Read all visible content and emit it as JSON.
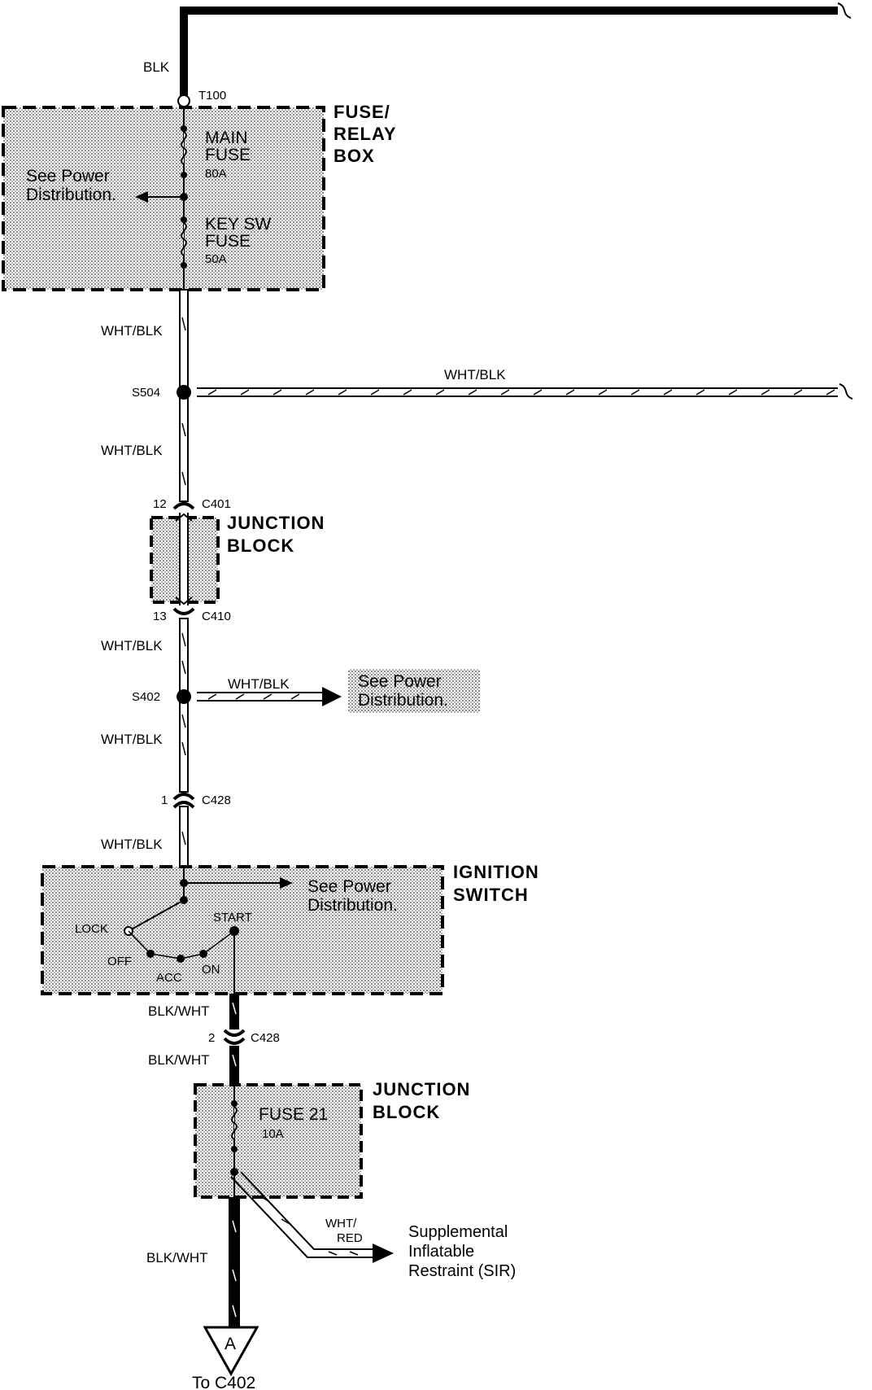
{
  "wires": {
    "top": "BLK",
    "main_1": "WHT/BLK",
    "branch_s504": "WHT/BLK",
    "main_2": "WHT/BLK",
    "main_3": "WHT/BLK",
    "branch_s402": "WHT/BLK",
    "main_4": "WHT/BLK",
    "main_5": "WHT/BLK",
    "start_1": "BLK/WHT",
    "start_2": "BLK/WHT",
    "start_3": "BLK/WHT",
    "sir_line1": "WHT/",
    "sir_line2": "RED"
  },
  "terminals": {
    "t100": "T100",
    "s504": "S504",
    "s402": "S402"
  },
  "connectors": {
    "c401_pin": "12",
    "c401": "C401",
    "c410_pin": "13",
    "c410": "C410",
    "c428a_pin": "1",
    "c428a": "C428",
    "c428b_pin": "2",
    "c428b": "C428"
  },
  "fuse_relay_box": {
    "title_line1": "FUSE/",
    "title_line2": "RELAY",
    "title_line3": "BOX",
    "main_fuse_line1": "MAIN",
    "main_fuse_line2": "FUSE",
    "main_fuse_rating": "80A",
    "key_fuse_line1": "KEY SW",
    "key_fuse_line2": "FUSE",
    "key_fuse_rating": "50A",
    "see_line1": "See Power",
    "see_line2": "Distribution."
  },
  "junction_block_1": {
    "title_line1": "JUNCTION",
    "title_line2": "BLOCK"
  },
  "s402_reference": {
    "line1": "See Power",
    "line2": "Distribution."
  },
  "ignition_switch": {
    "title_line1": "IGNITION",
    "title_line2": "SWITCH",
    "see_line1": "See Power",
    "see_line2": "Distribution.",
    "positions": {
      "lock": "LOCK",
      "off": "OFF",
      "acc": "ACC",
      "on": "ON",
      "start": "START"
    }
  },
  "junction_block_2": {
    "title_line1": "JUNCTION",
    "title_line2": "BLOCK",
    "fuse_label": "FUSE 21",
    "fuse_rating": "10A"
  },
  "sir": {
    "line1": "Supplemental",
    "line2": "Inflatable",
    "line3": "Restraint (SIR)"
  },
  "ground_ref": {
    "letter": "A",
    "label": "To C402"
  }
}
